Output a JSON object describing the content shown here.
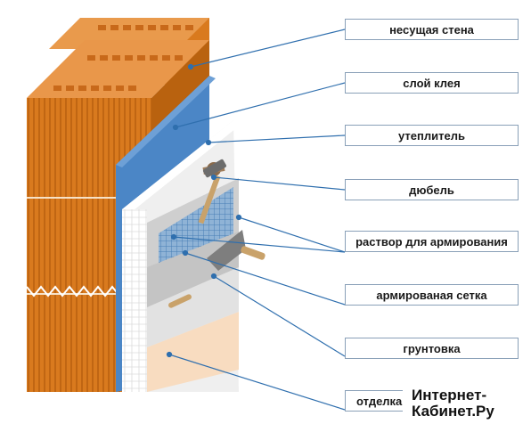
{
  "labels": [
    "несущая стена",
    "слой клея",
    "утеплитель",
    "дюбель",
    "раствор для армирования",
    "армированая сетка",
    "грунтовка",
    "отделка"
  ],
  "watermark": {
    "line1": "Интернет-",
    "line2": "Кабинет.Ру"
  },
  "colors": {
    "brick": "#d97a1e",
    "brick_dark": "#b9620f",
    "glue": "#4b86c6",
    "insulation": "#f2f2f2",
    "mesh": "#5b8fc4",
    "plaster": "#d7d7d7",
    "finish": "#f8dcc0",
    "leader": "#2f6fae",
    "box_border": "#8aa0b8"
  }
}
